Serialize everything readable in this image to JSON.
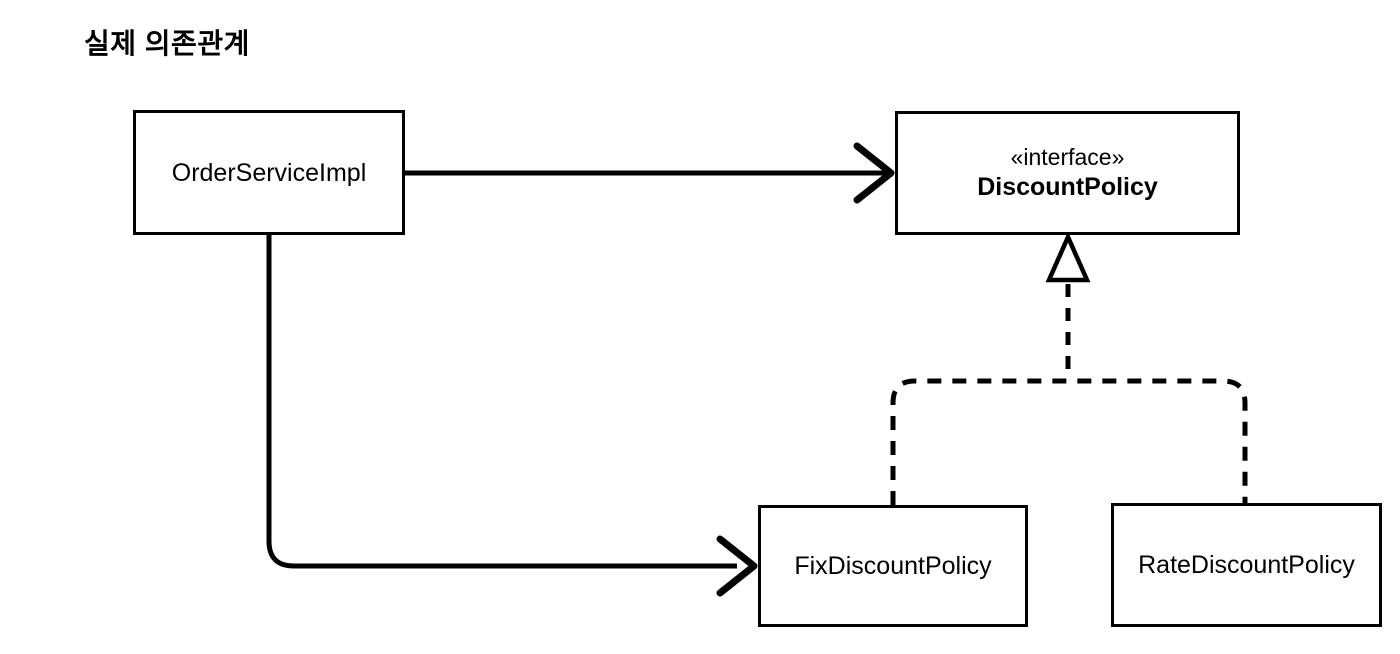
{
  "diagram": {
    "title": "실제 의존관계",
    "nodes": {
      "order": {
        "label": "OrderServiceImpl"
      },
      "discount": {
        "stereotype": "«interface»",
        "label": "DiscountPolicy"
      },
      "fix": {
        "label": "FixDiscountPolicy"
      },
      "rate": {
        "label": "RateDiscountPolicy"
      }
    },
    "edges": [
      {
        "from": "OrderServiceImpl",
        "to": "DiscountPolicy",
        "type": "dependency",
        "style": "solid-open-arrow"
      },
      {
        "from": "OrderServiceImpl",
        "to": "FixDiscountPolicy",
        "type": "dependency",
        "style": "solid-open-arrow"
      },
      {
        "from": "FixDiscountPolicy",
        "to": "DiscountPolicy",
        "type": "realization",
        "style": "dashed-hollow-triangle"
      },
      {
        "from": "RateDiscountPolicy",
        "to": "DiscountPolicy",
        "type": "realization",
        "style": "dashed-hollow-triangle"
      }
    ],
    "colors": {
      "stroke": "#000000",
      "background": "#ffffff"
    }
  }
}
